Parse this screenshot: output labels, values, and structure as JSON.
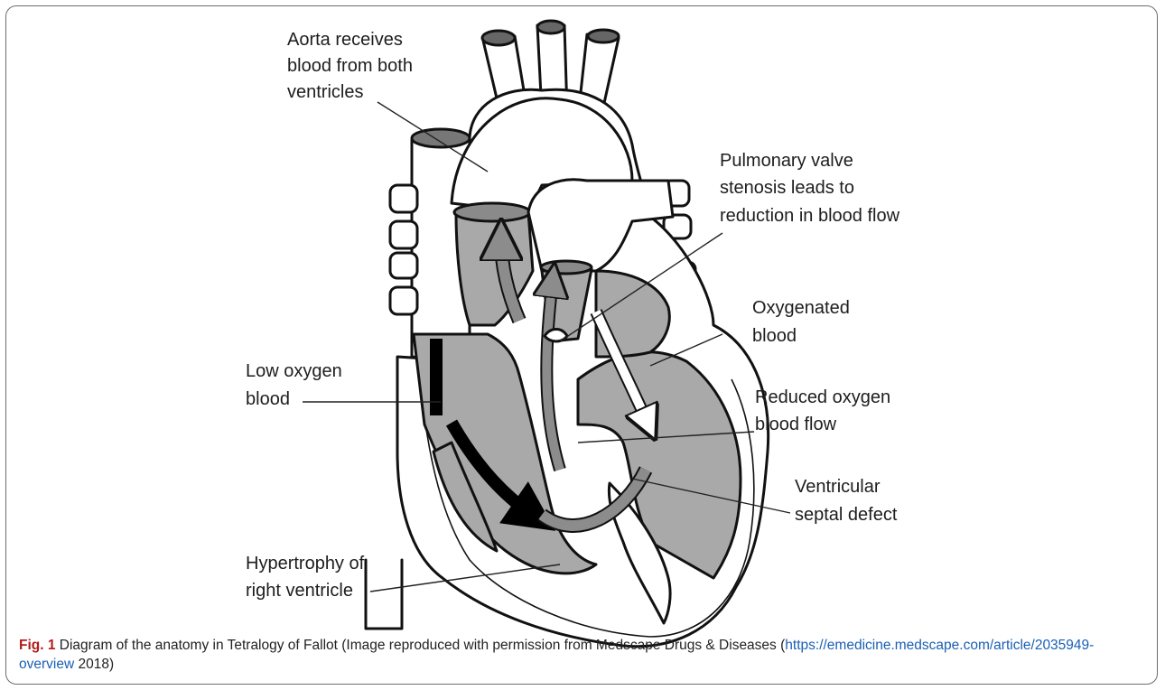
{
  "figure": {
    "labels": {
      "aorta_line1": "Aorta receives",
      "aorta_line2": "blood from both",
      "aorta_line3": "ventricles",
      "pulmonary_line1": "Pulmonary valve",
      "pulmonary_line2": "stenosis leads to",
      "pulmonary_line3": "reduction in blood flow",
      "oxygenated_line1": "Oxygenated",
      "oxygenated_line2": "blood",
      "low_oxygen_line1": "Low oxygen",
      "low_oxygen_line2": "blood",
      "reduced_line1": "Reduced oxygen",
      "reduced_line2": "blood flow",
      "vsd_line1": "Ventricular",
      "vsd_line2": "septal defect",
      "hypertrophy_line1": "Hypertrophy of",
      "hypertrophy_line2": "right ventricle"
    },
    "caption": {
      "fig_label": "Fig. 1",
      "text": " Diagram of the anatomy in Tetralogy of Fallot (Image reproduced with permission from Medscape Drugs & Diseases (",
      "link": "https://emedicine.medscape.com/article/2035949-overview",
      "tail": " 2018)"
    }
  },
  "colors": {
    "frame": "#6d6d6d",
    "fig_label": "#b31b1b",
    "link": "#1a5fb4",
    "tissue_gray": "#a9a9a9",
    "wall_white": "#ffffff"
  }
}
